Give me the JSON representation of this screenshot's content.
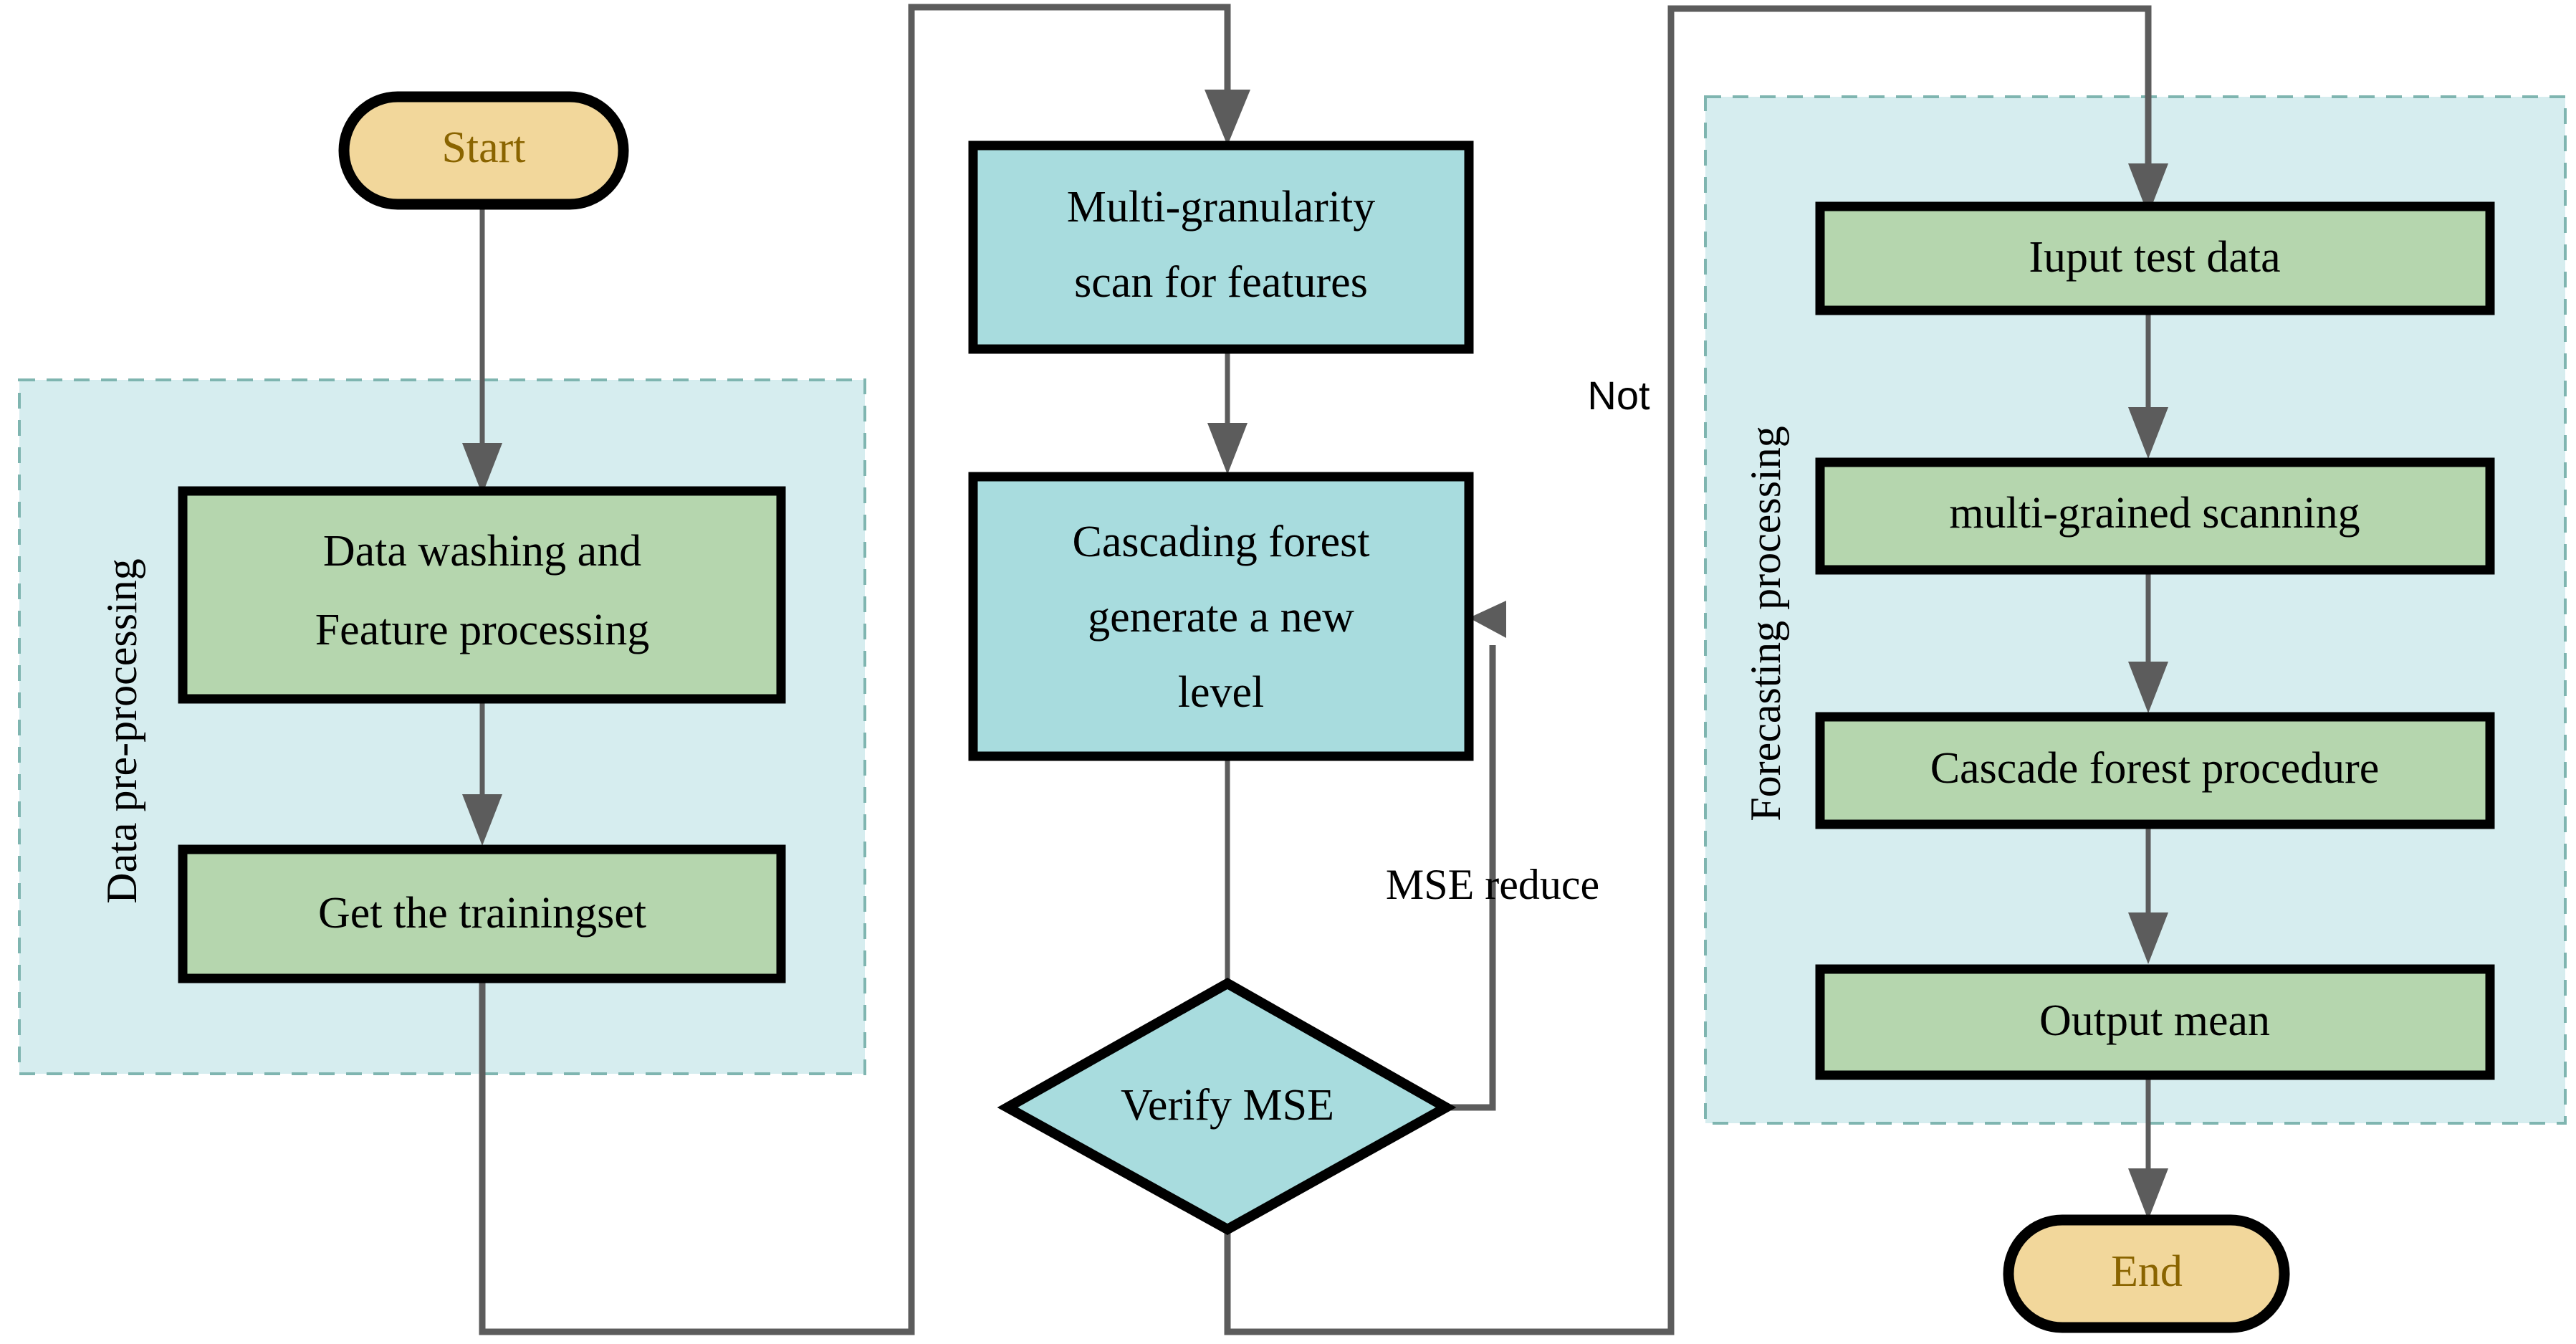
{
  "diagram": {
    "title": "Deep forest forecasting workflow flowchart",
    "colors": {
      "terminal_fill": "#F2D79B",
      "terminal_text": "#8a6400",
      "process_green_fill": "#B5D6AE",
      "process_cyan_fill": "#A8DCDE",
      "group_fill": "#D6EDEF",
      "group_border": "#7FB5B0",
      "node_border": "#000000",
      "edge_color": "#5c5c5c"
    }
  },
  "groups": [
    {
      "id": "data-pre-processing",
      "label": "Data pre-processing"
    },
    {
      "id": "forecasting-processing",
      "label": "Forecasting processing"
    }
  ],
  "nodes": {
    "start": {
      "label": "Start",
      "shape": "terminal"
    },
    "data_washing": {
      "label_line1": "Data washing and",
      "label_line2": "Feature processing",
      "shape": "process"
    },
    "get_trainingset": {
      "label": "Get the trainingset",
      "shape": "process"
    },
    "multi_granularity": {
      "label_line1": "Multi-granularity",
      "label_line2": "scan for features",
      "shape": "process"
    },
    "cascading_forest": {
      "label_line1": "Cascading forest",
      "label_line2": "generate a new",
      "label_line3": "level",
      "shape": "process"
    },
    "verify_mse": {
      "label": "Verify MSE",
      "shape": "decision"
    },
    "input_test_data": {
      "label": "Iuput test data",
      "shape": "process"
    },
    "multi_grained_scanning": {
      "label": "multi-grained scanning",
      "shape": "process"
    },
    "cascade_forest_procedure": {
      "label": "Cascade forest procedure",
      "shape": "process"
    },
    "output_mean": {
      "label": "Output mean",
      "shape": "process"
    },
    "end": {
      "label": "End",
      "shape": "terminal"
    }
  },
  "edge_labels": {
    "mse_reduce": "MSE reduce",
    "not": "Not"
  }
}
